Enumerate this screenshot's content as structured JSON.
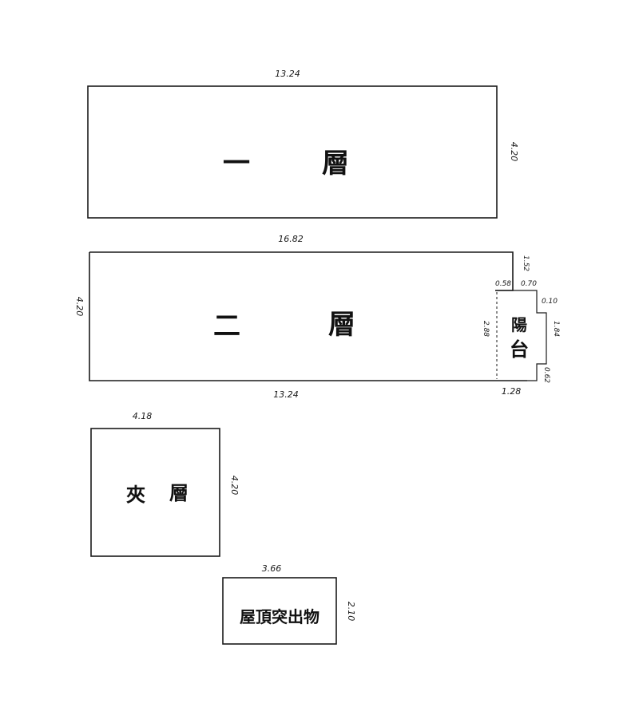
{
  "floor1": {
    "label_a": "一",
    "label_b": "層",
    "dim_width": "13.24",
    "dim_height": "4.20"
  },
  "floor2": {
    "label_a": "二",
    "label_b": "層",
    "dim_top": "16.82",
    "dim_left": "4.20",
    "dim_bottom": "13.24",
    "dim_notch_top": "1.52",
    "dim_inner_a": "0.58",
    "dim_inner_b": "0.70",
    "dim_small": "0.10",
    "dim_balcony_h": "2.88",
    "dim_step": "1.84",
    "dim_bottom_step": "0.62",
    "dim_balcony_w": "1.28",
    "balcony_label_a": "陽",
    "balcony_label_b": "台"
  },
  "mezzanine": {
    "label_a": "夾",
    "label_b": "層",
    "dim_width": "4.18",
    "dim_height": "4.20"
  },
  "roof": {
    "label": "屋頂突出物",
    "dim_width": "3.66",
    "dim_height": "2.10"
  }
}
